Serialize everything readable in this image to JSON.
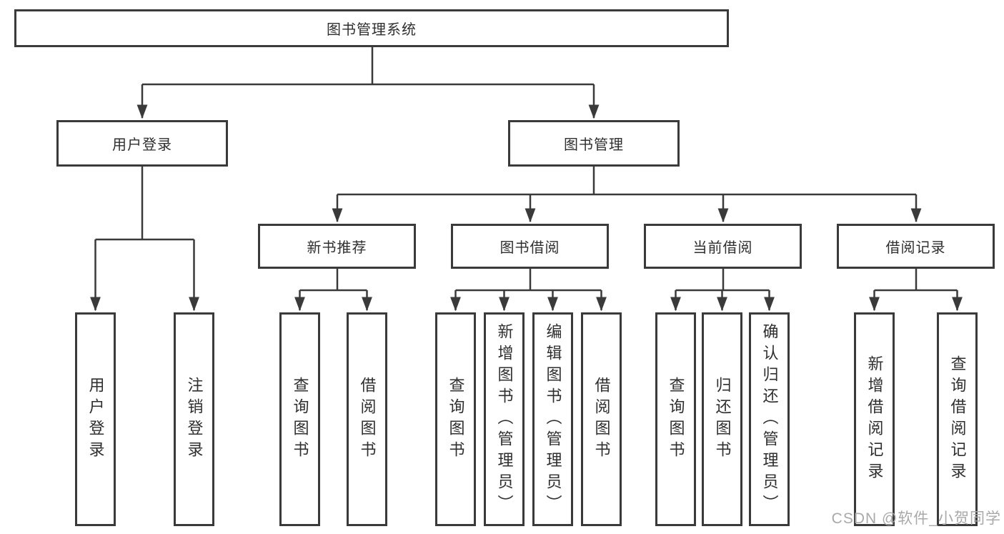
{
  "tree": {
    "root": {
      "label": "图书管理系统"
    },
    "children": [
      {
        "label": "用户登录",
        "children": [
          {
            "label": "用户登录"
          },
          {
            "label": "注销登录"
          }
        ]
      },
      {
        "label": "图书管理",
        "children": [
          {
            "label": "新书推荐",
            "children": [
              {
                "label": "查询图书"
              },
              {
                "label": "借阅图书"
              }
            ]
          },
          {
            "label": "图书借阅",
            "children": [
              {
                "label": "查询图书"
              },
              {
                "label": "新增图书（管理员）"
              },
              {
                "label": "编辑图书（管理员）"
              },
              {
                "label": "借阅图书"
              }
            ]
          },
          {
            "label": "当前借阅",
            "children": [
              {
                "label": "查询图书"
              },
              {
                "label": "归还图书"
              },
              {
                "label": "确认归还（管理员）"
              }
            ]
          },
          {
            "label": "借阅记录",
            "children": [
              {
                "label": "新增借阅记录"
              },
              {
                "label": "查询借阅记录"
              }
            ]
          }
        ]
      }
    ]
  },
  "watermark": {
    "text": "CSDN @软件_小贺同学"
  },
  "colors": {
    "background": "#ffffff",
    "line": "#3a3a3a",
    "box_border": "#3a3a3a",
    "text": "#2f2f2f",
    "watermark": "#a9a9a9"
  }
}
